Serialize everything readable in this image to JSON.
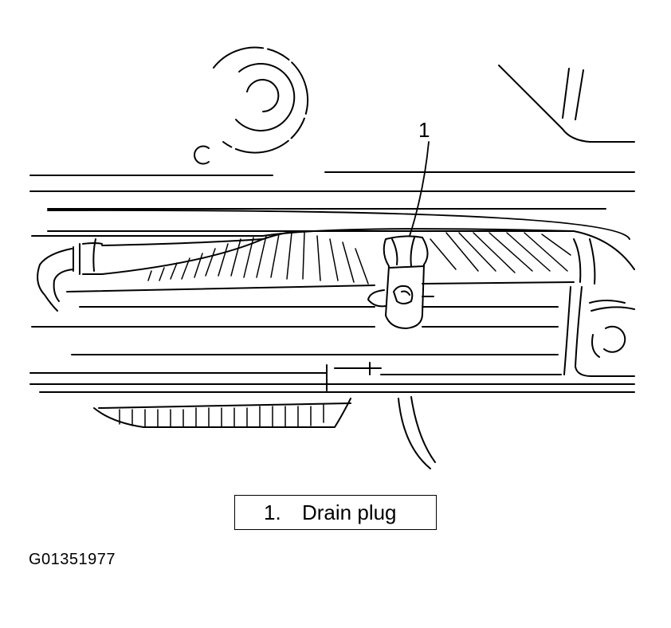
{
  "callout": {
    "number": "1"
  },
  "legend": {
    "number": "1.",
    "label": "Drain plug"
  },
  "figure_id": "G01351977",
  "colors": {
    "ink": "#000000",
    "paper": "#ffffff"
  }
}
